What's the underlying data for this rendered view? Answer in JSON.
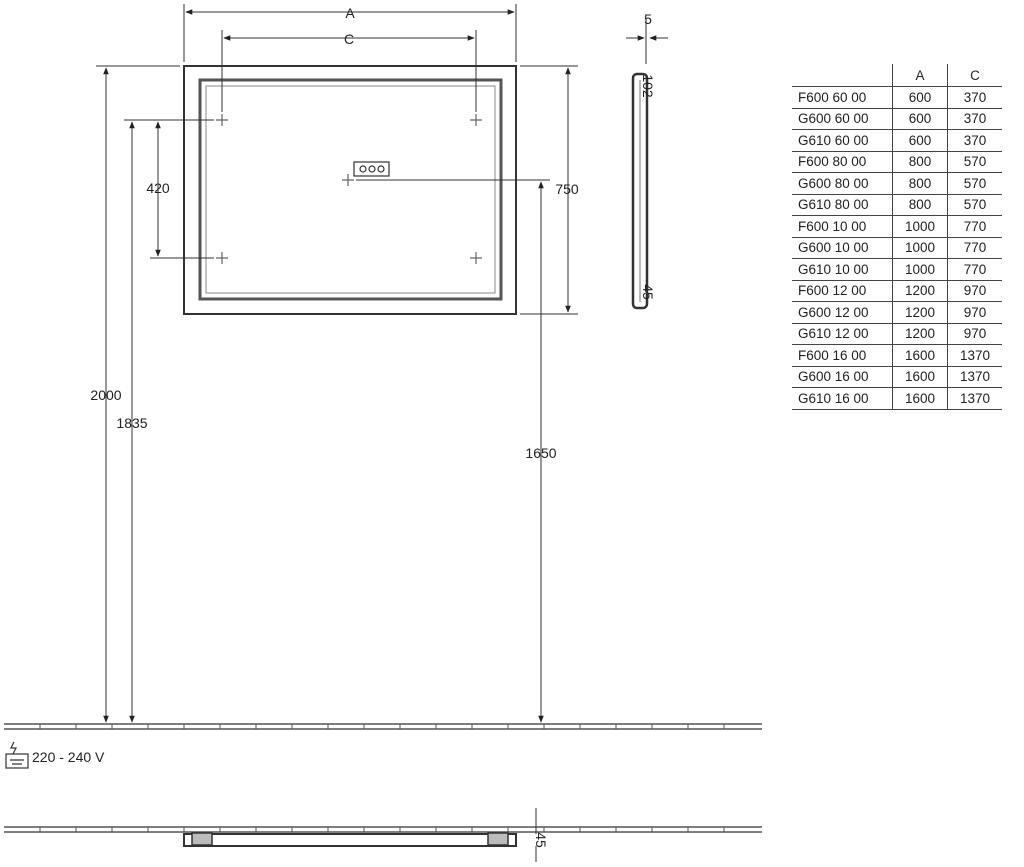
{
  "dimensions": {
    "a": "A",
    "c": "C",
    "depth": "5",
    "height_mirror": "750",
    "mount_spacing": "420",
    "top_height": "2000",
    "mount_height": "1835",
    "socket_height": "1650",
    "side_top": "102",
    "side_bottom": "45",
    "floor_depth": "45"
  },
  "power": {
    "label": "220 - 240 V",
    "icon": "electrical-connection-icon"
  },
  "spec_table": {
    "headers": [
      "",
      "A",
      "C"
    ],
    "rows": [
      [
        "F600 60 00",
        "600",
        "370"
      ],
      [
        "G600 60 00",
        "600",
        "370"
      ],
      [
        "G610 60 00",
        "600",
        "370"
      ],
      [
        "F600 80 00",
        "800",
        "570"
      ],
      [
        "G600 80 00",
        "800",
        "570"
      ],
      [
        "G610 80 00",
        "800",
        "570"
      ],
      [
        "F600 10 00",
        "1000",
        "770"
      ],
      [
        "G600 10 00",
        "1000",
        "770"
      ],
      [
        "G610 10 00",
        "1000",
        "770"
      ],
      [
        "F600 12 00",
        "1200",
        "970"
      ],
      [
        "G600 12 00",
        "1200",
        "970"
      ],
      [
        "G610 12 00",
        "1200",
        "970"
      ],
      [
        "F600 16 00",
        "1600",
        "1370"
      ],
      [
        "G600 16 00",
        "1600",
        "1370"
      ],
      [
        "G610 16 00",
        "1600",
        "1370"
      ]
    ]
  }
}
